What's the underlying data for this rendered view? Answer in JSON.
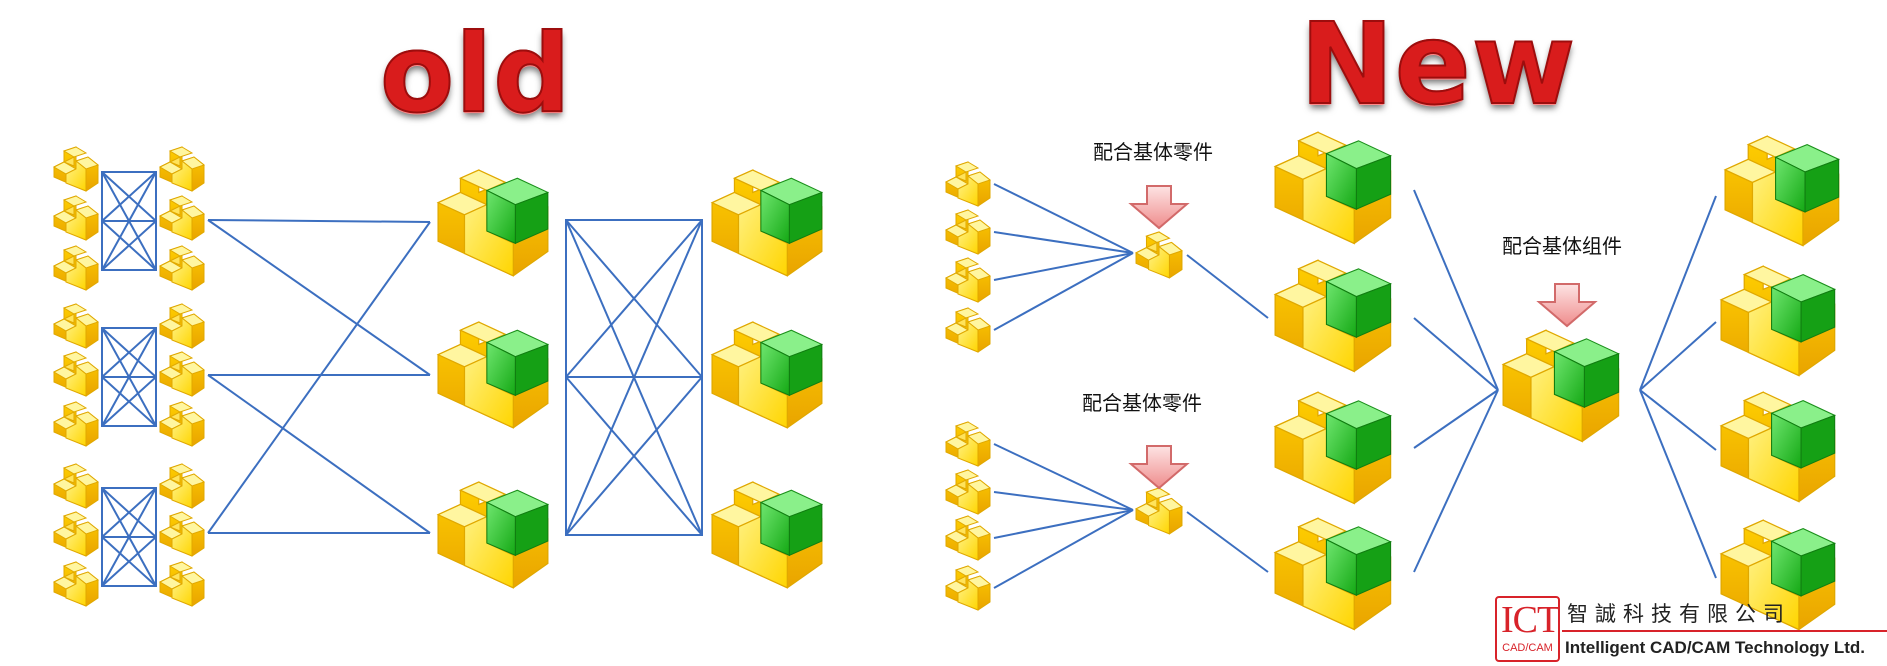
{
  "titles": {
    "old": "old",
    "new": "New"
  },
  "captions": {
    "part_base_top": "配合基体零件",
    "part_base_bottom": "配合基体零件",
    "assembly_base": "配合基体组件"
  },
  "logo": {
    "mark": "ICT",
    "mark_sub": "CAD/CAM",
    "company_cn": "智誠科技有限公司",
    "company_en": "Intelligent CAD/CAM Technology Ltd."
  },
  "colors": {
    "title_red": "#d91c1c",
    "connector_blue": "#3c6fc0",
    "part_yellow": "#ffe01a",
    "component_green": "#2ec22e",
    "arrow_pink": "#f4a3a3",
    "logo_red": "#d8232a"
  },
  "icons": {
    "part": "yellow-step-part-icon",
    "assembly": "yellow-green-assembly-icon",
    "arrow": "down-arrow-icon"
  }
}
